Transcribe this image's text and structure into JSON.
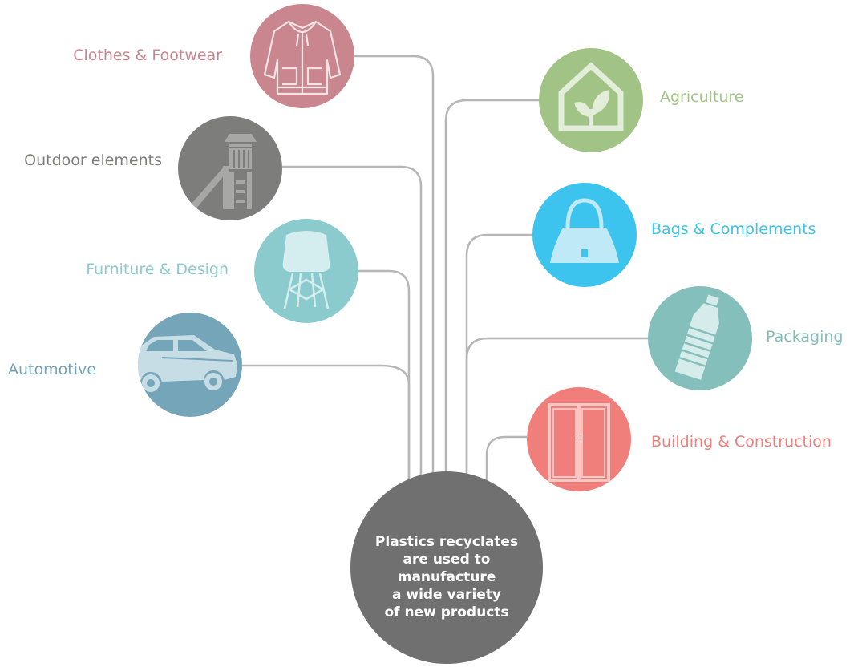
{
  "center": {
    "lines": [
      "Plastics recyclates",
      "are used to",
      "manufacture",
      "a wide variety",
      "of new products"
    ]
  },
  "categories": {
    "clothes": {
      "label": "Clothes & Footwear",
      "color": "#c9868e",
      "icon": "hoodie-icon"
    },
    "outdoor": {
      "label": "Outdoor elements",
      "color": "#7d7d7c",
      "icon": "playground-slide-icon"
    },
    "furniture": {
      "label": "Furniture & Design",
      "color": "#8ccbcd",
      "icon": "chair-icon"
    },
    "automotive": {
      "label": "Automotive",
      "color": "#75a5b9",
      "icon": "car-icon"
    },
    "agriculture": {
      "label": "Agriculture",
      "color": "#a2c386",
      "icon": "greenhouse-leaf-icon"
    },
    "bags": {
      "label": "Bags & Complements",
      "color": "#3cc3ee",
      "icon": "handbag-icon"
    },
    "packaging": {
      "label": "Packaging",
      "color": "#84bfbb",
      "icon": "bottle-icon"
    },
    "building": {
      "label": "Building & Construction",
      "color": "#f07e7a",
      "icon": "door-icon"
    }
  },
  "line_color": "#b5b6b5"
}
